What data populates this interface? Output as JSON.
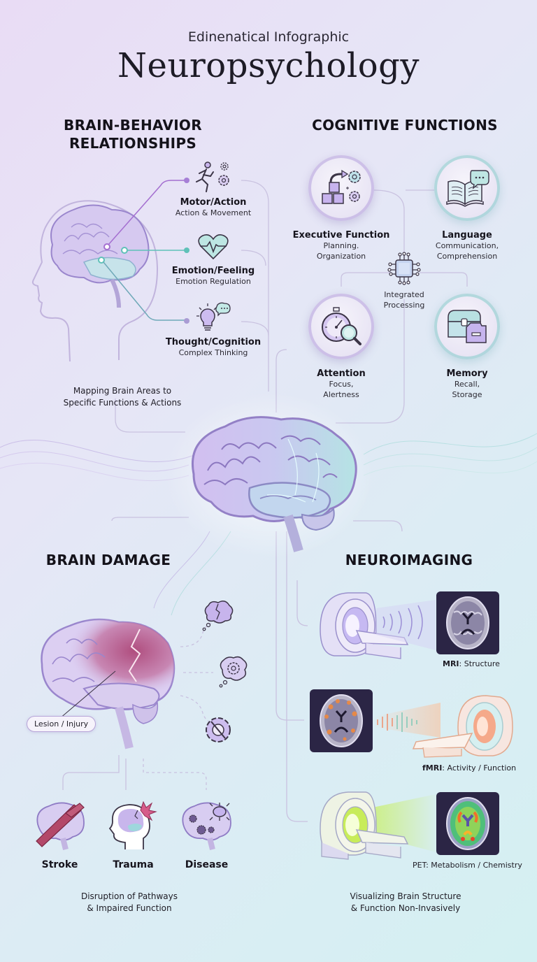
{
  "header": {
    "subtitle": "Edinenatical Infographic",
    "title": "Neuropsychology"
  },
  "brain_behavior": {
    "title_line1": "BRAIN-BEHAVIOR",
    "title_line2": "RELATIONSHIPS",
    "items": [
      {
        "label": "Motor/Action",
        "sub": "Action & Movement",
        "icon": "running-figure-gears-icon"
      },
      {
        "label": "Emotion/Feeling",
        "sub": "Emotion Regulation",
        "icon": "heart-pulse-icon"
      },
      {
        "label": "Thought/Cognition",
        "sub": "Complex Thinking",
        "icon": "lightbulb-speech-icon"
      }
    ],
    "caption_line1": "Mapping Brain Areas to",
    "caption_line2": "Specific Functions & Actions"
  },
  "cognitive_functions": {
    "title": "COGNITIVE FUNCTIONS",
    "items": [
      {
        "label": "Executive Function",
        "sub1": "Planning.",
        "sub2": "Organization",
        "icon": "blocks-gears-icon"
      },
      {
        "label": "Language",
        "sub1": "Communication,",
        "sub2": "Comprehension",
        "icon": "book-speech-icon"
      },
      {
        "label": "Attention",
        "sub1": "Focus,",
        "sub2": "Alertness",
        "icon": "stopwatch-magnifier-icon"
      },
      {
        "label": "Memory",
        "sub1": "Recall,",
        "sub2": "Storage",
        "icon": "chest-folder-icon"
      }
    ],
    "center": {
      "line1": "Integrated",
      "line2": "Processing",
      "icon": "chip-icon"
    }
  },
  "brain_damage": {
    "title": "BRAIN DAMAGE",
    "lesion_label": "Lesion / Injury",
    "effects": [
      "broken-thought-icon",
      "thought-gear-icon",
      "broken-gear-icon"
    ],
    "causes": [
      {
        "label": "Stroke",
        "icon": "stroke-brain-icon"
      },
      {
        "label": "Trauma",
        "icon": "trauma-head-icon"
      },
      {
        "label": "Disease",
        "icon": "disease-brain-icon"
      }
    ],
    "caption_line1": "Disruption of Pathways",
    "caption_line2": "& Impaired Function"
  },
  "neuroimaging": {
    "title": "NEUROIMAGING",
    "items": [
      {
        "label_bold": "MRI",
        "label_rest": ": Structure"
      },
      {
        "label_bold": "fMRI",
        "label_rest": ": Activity / Function"
      },
      {
        "label_bold": "PET",
        "label_rest": ": Metabolism / Chemistry"
      }
    ],
    "caption_line1": "Visualizing Brain Structure",
    "caption_line2": "& Function Non-Invasively"
  },
  "colors": {
    "purple": "#9b7fd0",
    "teal": "#6cc7c2",
    "damage": "#a8376a",
    "scan_bg": "#2b2545"
  }
}
